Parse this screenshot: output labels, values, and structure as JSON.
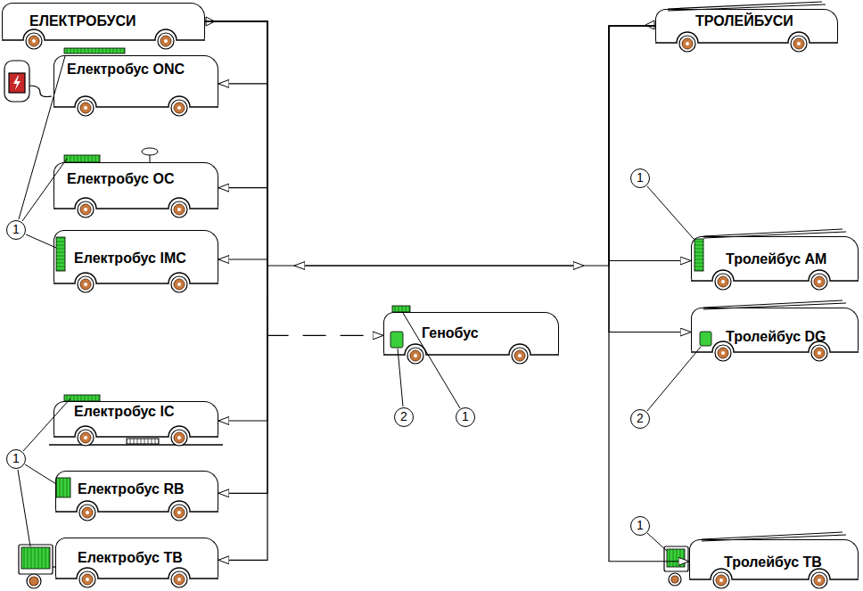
{
  "diagram": {
    "nodes": [
      {
        "text": [
          "ЕЛЕКТРОБУСИ"
        ]
      },
      {
        "text": [
          "Електробус ONC"
        ]
      },
      {
        "text": [
          "Електробус OC"
        ]
      },
      {
        "text": [
          "Електробус IMC"
        ]
      },
      {
        "text": [
          "Електробус IC"
        ]
      },
      {
        "text": [
          "Електробус RB"
        ]
      },
      {
        "text": [
          "Електробус TB"
        ]
      },
      {
        "text": [
          "Генобус"
        ]
      },
      {
        "text": [
          "ТРОЛЕЙБУСИ"
        ]
      },
      {
        "text": [
          "Тролейбус AM"
        ]
      },
      {
        "text": [
          "Тролейбус DG"
        ]
      },
      {
        "text": [
          "Тролейбус TB"
        ]
      }
    ],
    "edges": [
      {
        "from": 0,
        "to": 1,
        "arrow": "to"
      },
      {
        "from": 0,
        "to": 2,
        "arrow": "to"
      },
      {
        "from": 0,
        "to": 3,
        "arrow": "to"
      },
      {
        "from": 0,
        "to": 4,
        "arrow": "to"
      },
      {
        "from": 0,
        "to": 5,
        "arrow": "to"
      },
      {
        "from": 0,
        "to": 6,
        "arrow": "to"
      },
      {
        "from": 0,
        "to": 7,
        "arrow": "to"
      },
      {
        "from": 0,
        "to": 8,
        "arrow": "both"
      },
      {
        "from": 8,
        "to": 9,
        "arrow": "to"
      },
      {
        "from": 8,
        "to": 10,
        "arrow": "to"
      },
      {
        "from": 8,
        "to": 11,
        "arrow": "to"
      }
    ],
    "labels": [
      "1",
      "1",
      "2",
      "1",
      "1",
      "2",
      "1"
    ]
  }
}
